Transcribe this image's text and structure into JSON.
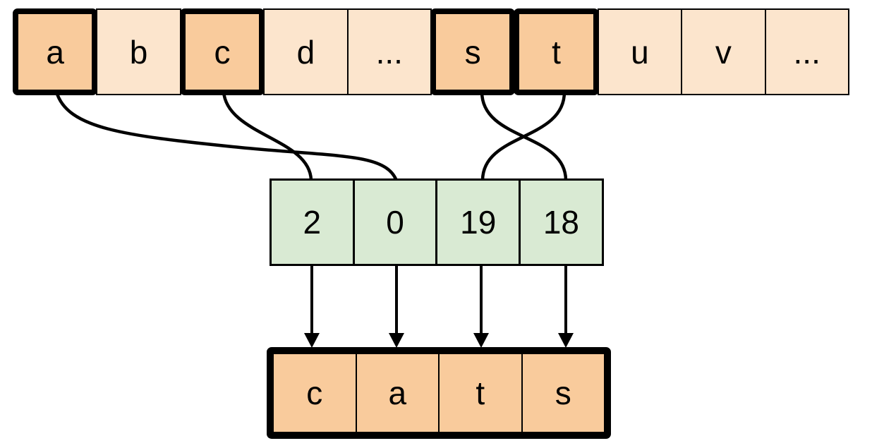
{
  "diagram": {
    "description": "Mapping between alphabet letters, their numeric indices, and the word cats",
    "colors": {
      "background": "#ffffff",
      "alphabet_cell": "#FCE5CD",
      "highlighted_cell": "#F9CB9C",
      "index_cell": "#D9EAD3",
      "word_cell": "#F9CB9C",
      "border": "#000000"
    },
    "alphabet_row": {
      "cells": [
        {
          "label": "a",
          "highlighted": true
        },
        {
          "label": "b",
          "highlighted": false
        },
        {
          "label": "c",
          "highlighted": true
        },
        {
          "label": "d",
          "highlighted": false
        },
        {
          "label": "...",
          "highlighted": false
        },
        {
          "label": "s",
          "highlighted": true
        },
        {
          "label": "t",
          "highlighted": true
        },
        {
          "label": "u",
          "highlighted": false
        },
        {
          "label": "v",
          "highlighted": false
        },
        {
          "label": "...",
          "highlighted": false
        }
      ]
    },
    "index_row": {
      "cells": [
        {
          "value": "2"
        },
        {
          "value": "0"
        },
        {
          "value": "19"
        },
        {
          "value": "18"
        }
      ]
    },
    "word_row": {
      "cells": [
        {
          "label": "c"
        },
        {
          "label": "a"
        },
        {
          "label": "t"
        },
        {
          "label": "s"
        }
      ]
    },
    "connections": [
      {
        "from_letter": "a",
        "to_index_value": "0"
      },
      {
        "from_letter": "c",
        "to_index_value": "2"
      },
      {
        "from_letter": "s",
        "to_index_value": "18"
      },
      {
        "from_letter": "t",
        "to_index_value": "19"
      }
    ],
    "arrows": [
      {
        "from_index_value": "2",
        "to_letter": "c"
      },
      {
        "from_index_value": "0",
        "to_letter": "a"
      },
      {
        "from_index_value": "19",
        "to_letter": "t"
      },
      {
        "from_index_value": "18",
        "to_letter": "s"
      }
    ]
  }
}
